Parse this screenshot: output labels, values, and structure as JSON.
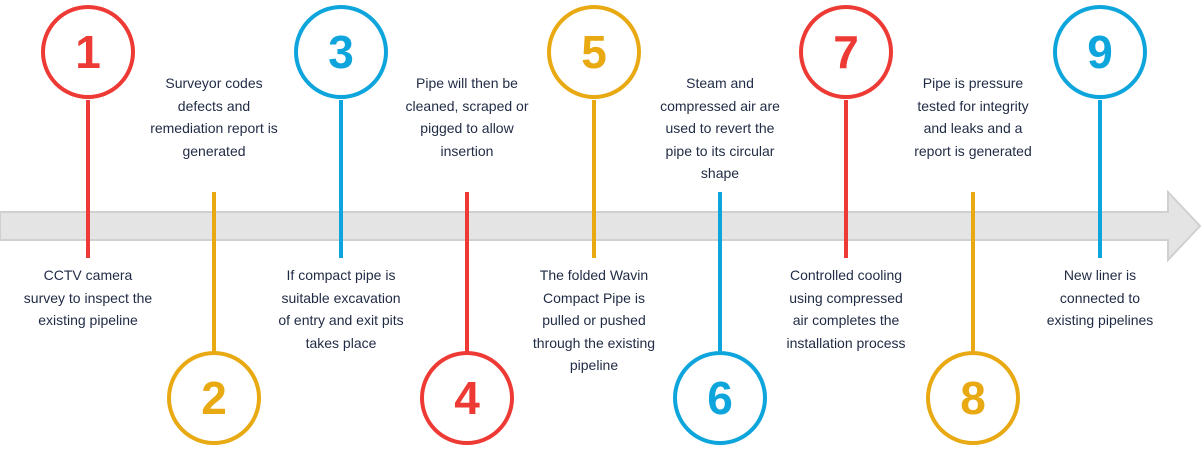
{
  "colors": {
    "red": "#ee3a34",
    "blue": "#0ea5dc",
    "yellow": "#e8a912",
    "arrow": "#e4e4e4",
    "arrow_border": "#d0d0d0",
    "text": "#1f2a44"
  },
  "steps": [
    {
      "number": "1",
      "color": "red",
      "text": "CCTV camera survey to inspect the existing pipeline"
    },
    {
      "number": "2",
      "color": "yellow",
      "text": "Surveyor codes defects and remediation report is generated"
    },
    {
      "number": "3",
      "color": "blue",
      "text": "If compact pipe is suitable excavation of entry and exit pits takes place"
    },
    {
      "number": "4",
      "color": "red",
      "text": "Pipe will then be cleaned, scraped or pigged to allow insertion"
    },
    {
      "number": "5",
      "color": "yellow",
      "text": "The folded Wavin Compact Pipe is pulled or pushed through the existing pipeline"
    },
    {
      "number": "6",
      "color": "blue",
      "text": "Steam and compressed air are used to revert the pipe to its circular shape"
    },
    {
      "number": "7",
      "color": "red",
      "text": "Controlled cooling using compressed air completes the installation process"
    },
    {
      "number": "8",
      "color": "yellow",
      "text": "Pipe is pressure tested for integrity and leaks and a report is generated"
    },
    {
      "number": "9",
      "color": "blue",
      "text": "New liner is connected to existing pipelines"
    }
  ]
}
